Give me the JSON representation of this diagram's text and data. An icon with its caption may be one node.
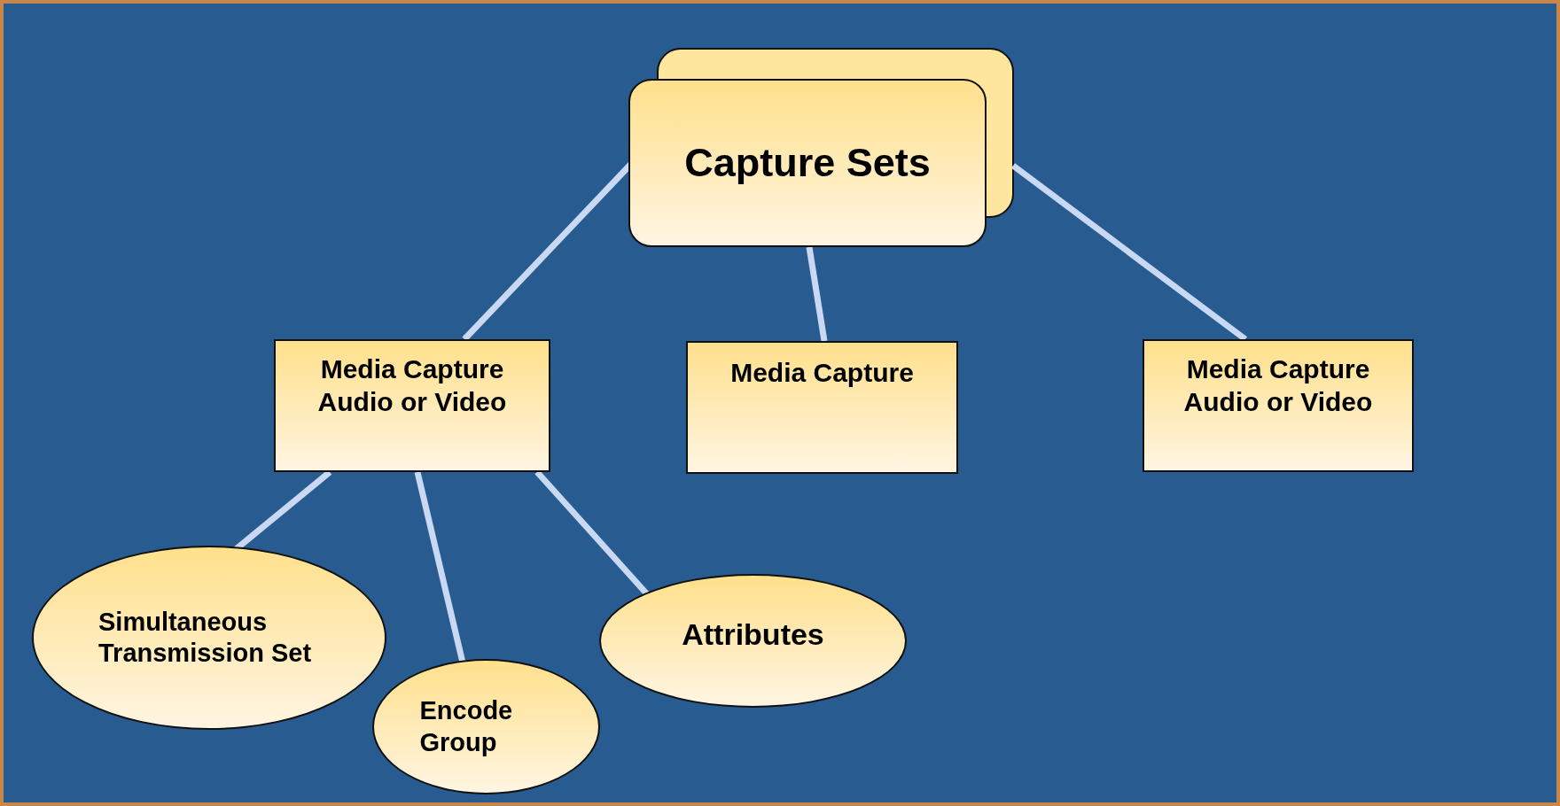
{
  "diagram": {
    "nodes": [
      {
        "text": [
          "Capture Sets"
        ]
      },
      {
        "text": [
          "Media Capture Audio or Video"
        ]
      },
      {
        "text": [
          "Media Capture"
        ]
      },
      {
        "text": [
          "Media Capture Audio or Video"
        ]
      },
      {
        "text": [
          "Simultaneous Transmission Set"
        ]
      },
      {
        "text": [
          "Encode Group"
        ]
      },
      {
        "text": [
          "Attributes"
        ]
      }
    ],
    "edges": [
      {
        "from": 0,
        "to": 1,
        "arrow": "none"
      },
      {
        "from": 0,
        "to": 2,
        "arrow": "none"
      },
      {
        "from": 0,
        "to": 3,
        "arrow": "none"
      },
      {
        "from": 1,
        "to": 4,
        "arrow": "none"
      },
      {
        "from": 1,
        "to": 5,
        "arrow": "none"
      },
      {
        "from": 1,
        "to": 6,
        "arrow": "none"
      }
    ]
  }
}
